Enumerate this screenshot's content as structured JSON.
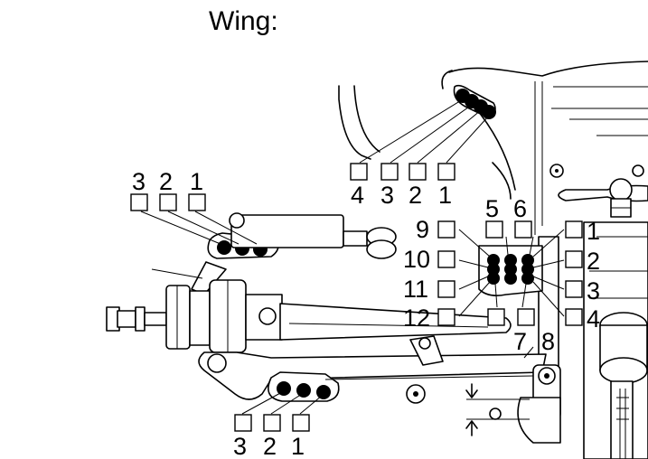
{
  "title": "Wing:",
  "watermark": "",
  "groups": {
    "wing_mount": {
      "labels": [
        "4",
        "3",
        "2",
        "1"
      ]
    },
    "upper_left": {
      "labels": [
        "3",
        "2",
        "1"
      ]
    },
    "bottom_left": {
      "labels": [
        "3",
        "2",
        "1"
      ]
    },
    "center_top": {
      "labels": [
        "5",
        "6"
      ]
    },
    "center_left": {
      "labels": [
        "9",
        "10",
        "11",
        "12"
      ]
    },
    "center_right": {
      "labels": [
        "1",
        "2",
        "3",
        "4"
      ]
    },
    "center_lower": {
      "labels": [
        "7",
        "8"
      ]
    }
  }
}
